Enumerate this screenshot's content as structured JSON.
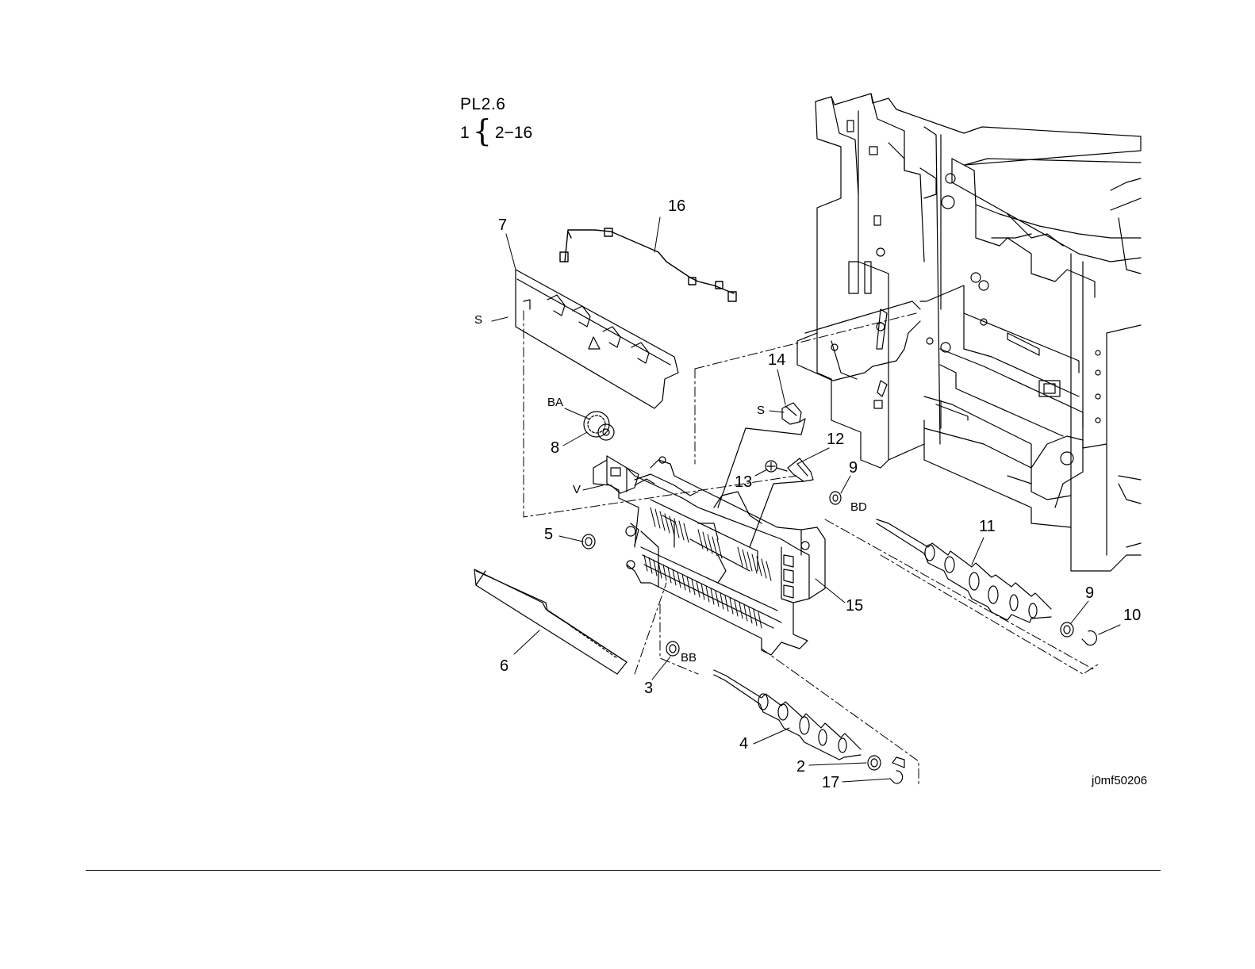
{
  "header": {
    "plate_ref": "PL2.6",
    "parent_item": "1",
    "child_range": "2−16"
  },
  "figure_id": "j0mf50206",
  "callouts": {
    "c1": "7",
    "c2": "16",
    "c3": "S",
    "c4": "BA",
    "c5": "8",
    "c6": "14",
    "c7": "S",
    "c8": "12",
    "c9": "13",
    "c10": "9",
    "c11": "BD",
    "c12": "V",
    "c13": "11",
    "c14": "5",
    "c15": "15",
    "c16": "9",
    "c17": "10",
    "c18": "6",
    "c19": "BB",
    "c20": "3",
    "c21": "4",
    "c22": "2",
    "c23": "17"
  }
}
